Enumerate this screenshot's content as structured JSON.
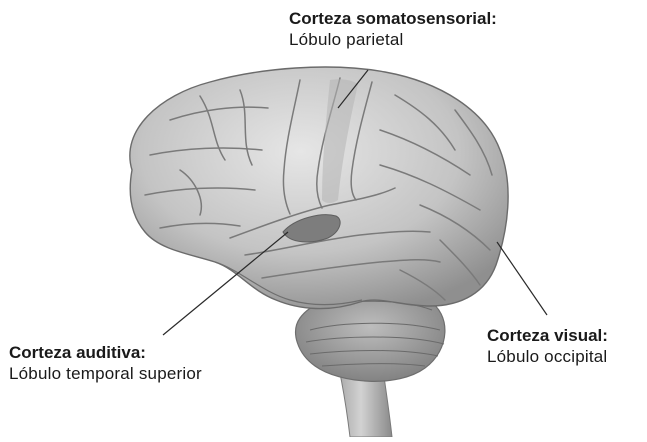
{
  "diagram": {
    "labels": {
      "somatosensory": {
        "title": "Corteza somatosensorial:",
        "subtitle": "Lóbulo parietal"
      },
      "visual": {
        "title": "Corteza visual:",
        "subtitle": "Lóbulo occipital"
      },
      "auditory": {
        "title": "Corteza auditiva:",
        "subtitle": "Lóbulo temporal superior"
      }
    },
    "colors": {
      "cortex_fill": "#c9c9c9",
      "cortex_dark": "#8e8e8e",
      "highlight_region": "#7d7d7d",
      "sulcus_line": "#7a7a7a",
      "leader_line": "#2a2a2a"
    }
  }
}
